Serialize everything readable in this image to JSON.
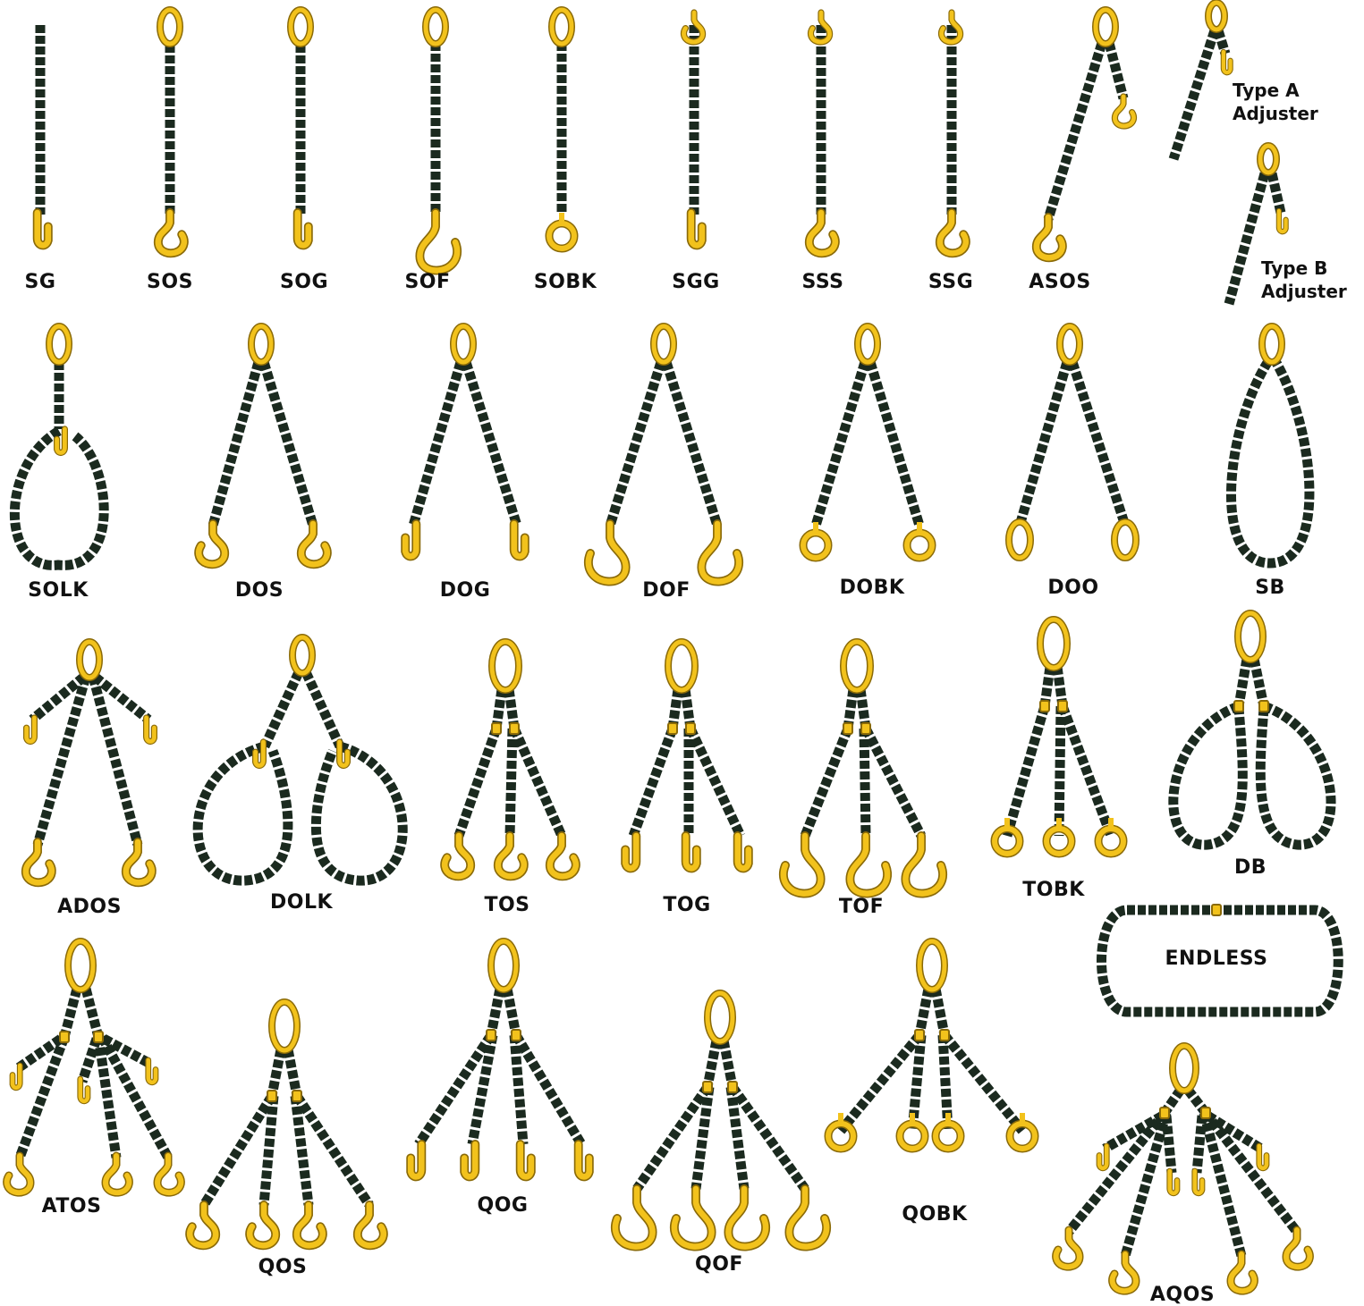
{
  "labels": {
    "SG": "SG",
    "SOS": "SOS",
    "SOG": "SOG",
    "SOF": "SOF",
    "SOBK": "SOBK",
    "SGG": "SGG",
    "SSS": "SSS",
    "SSG": "SSG",
    "ASOS": "ASOS",
    "TypeA_1": "Type A",
    "TypeA_2": "Adjuster",
    "TypeB_1": "Type B",
    "TypeB_2": "Adjuster",
    "SOLK": "SOLK",
    "DOS": "DOS",
    "DOG": "DOG",
    "DOF": "DOF",
    "DOBK": "DOBK",
    "DOO": "DOO",
    "SB": "SB",
    "ADOS": "ADOS",
    "DOLK": "DOLK",
    "TOS": "TOS",
    "TOG": "TOG",
    "TOF": "TOF",
    "TOBK": "TOBK",
    "DB": "DB",
    "ENDLESS": "ENDLESS",
    "ATOS": "ATOS",
    "QOS": "QOS",
    "QOG": "QOG",
    "QOF": "QOF",
    "QOBK": "QOBK",
    "AQOS": "AQOS"
  },
  "colors": {
    "chain": "#1b2a1f",
    "hardware": "#f2c21c",
    "hardware_edge": "#8a6a08",
    "text": "#111111"
  }
}
